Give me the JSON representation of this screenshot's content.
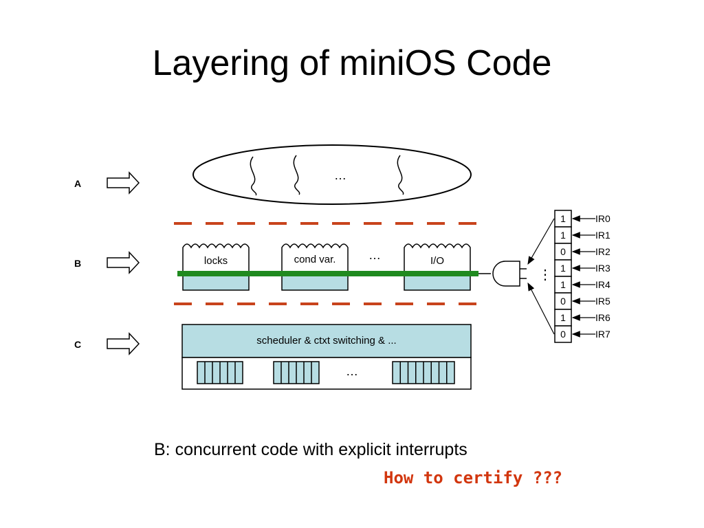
{
  "title": "Layering of miniOS Code",
  "layers": {
    "a": {
      "label": "A"
    },
    "b": {
      "label": "B"
    },
    "c": {
      "label": "C"
    }
  },
  "ellipsis": "…",
  "vertical_ellipsis": "⋮",
  "modules": [
    {
      "label": "locks"
    },
    {
      "label": "cond var."
    },
    {
      "label": "I/O"
    }
  ],
  "scheduler_label": "scheduler  &  ctxt switching  &  ...",
  "interrupt_register": {
    "bits": [
      "1",
      "1",
      "0",
      "1",
      "1",
      "0",
      "1",
      "0"
    ],
    "lines": [
      "IR0",
      "IR1",
      "IR2",
      "IR3",
      "IR4",
      "IR5",
      "IR6",
      "IR7"
    ]
  },
  "caption": "B: concurrent code with explicit interrupts",
  "question": "How to certify ???",
  "colors": {
    "dash_line": "#c8431c",
    "bus": "#1f8a1f",
    "box_fill": "#b7dde3",
    "question": "#d2360e"
  }
}
